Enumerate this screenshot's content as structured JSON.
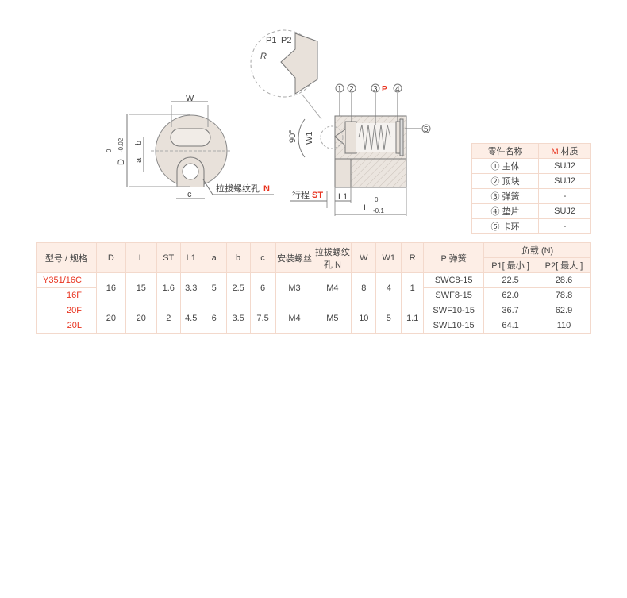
{
  "drawing": {
    "front": {
      "w": "W",
      "d": "D",
      "d_tol_upper": "0",
      "d_tol_lower": "-0.02",
      "a": "a",
      "b": "b",
      "c": "c",
      "thread_hole_label": "拉拔螺纹孔",
      "thread_hole_code": "N"
    },
    "detail": {
      "p1": "P1",
      "p2": "P2",
      "r": "R"
    },
    "side": {
      "angle": "90°",
      "w1": "W1",
      "callouts": [
        "1",
        "2",
        "3",
        "4",
        "5"
      ],
      "callout3_code": "P",
      "stroke_label": "行程",
      "stroke_code": "ST",
      "l1": "L1",
      "l": "L",
      "l_tol_upper": "0",
      "l_tol_lower": "-0.1"
    }
  },
  "parts": {
    "headers": [
      "零件名称",
      "M",
      "材质"
    ],
    "rows": [
      [
        "① 主体",
        "SUJ2"
      ],
      [
        "② 顶块",
        "SUJ2"
      ],
      [
        "③ 弹簧",
        "-"
      ],
      [
        "④ 垫片",
        "SUJ2"
      ],
      [
        "⑤ 卡环",
        "-"
      ]
    ]
  },
  "spec": {
    "headers": [
      "型号 / 规格",
      "D",
      "L",
      "ST",
      "L1",
      "a",
      "b",
      "c",
      "安装螺丝",
      "拉拔螺纹孔 N",
      "W",
      "W1",
      "R",
      "P 弹簧",
      "负载 (N)",
      "P1[ 最小 ]",
      "P2[ 最大 ]"
    ],
    "groups": [
      {
        "models": [
          "Y351/16C",
          "16F"
        ],
        "D": "16",
        "L": "15",
        "ST": "1.6",
        "L1": "3.3",
        "a": "5",
        "b": "2.5",
        "c": "6",
        "screw": "M3",
        "N": "M4",
        "W": "8",
        "W1": "4",
        "R": "1",
        "springs": [
          [
            "SWC8-15",
            "22.5",
            "28.6"
          ],
          [
            "SWF8-15",
            "62.0",
            "78.8"
          ]
        ]
      },
      {
        "models": [
          "20F",
          "20L"
        ],
        "D": "20",
        "L": "20",
        "ST": "2",
        "L1": "4.5",
        "a": "6",
        "b": "3.5",
        "c": "7.5",
        "screw": "M4",
        "N": "M5",
        "W": "10",
        "W1": "5",
        "R": "1.1",
        "springs": [
          [
            "SWF10-15",
            "36.7",
            "62.9"
          ],
          [
            "SWL10-15",
            "64.1",
            "110"
          ]
        ]
      }
    ]
  }
}
